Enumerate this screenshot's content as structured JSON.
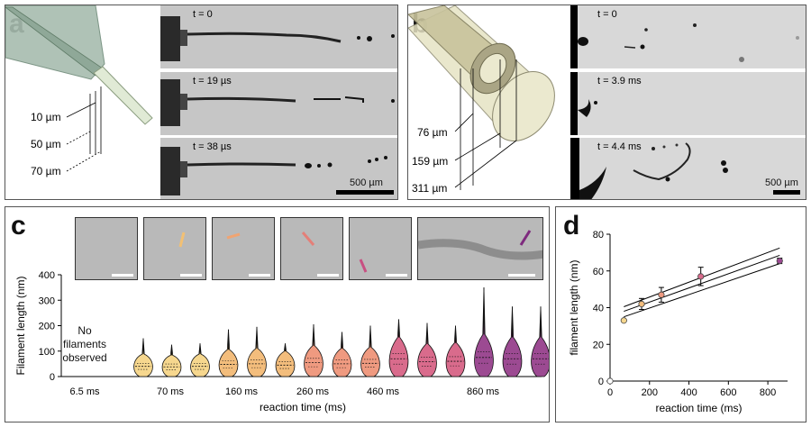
{
  "panel_a": {
    "letter": "a",
    "frame_times": [
      "t = 0",
      "t = 19 µs",
      "t = 38 µs"
    ],
    "dimensions": [
      "10 µm",
      "50 µm",
      "70 µm"
    ],
    "scale_bar": "500 µm"
  },
  "panel_b": {
    "letter": "b",
    "frame_times": [
      "t = 0",
      "t = 3.9 ms",
      "t = 4.4 ms"
    ],
    "dimensions": [
      "76 µm",
      "159 µm",
      "311 µm"
    ],
    "scale_bar": "500 µm"
  },
  "panel_c": {
    "letter": "c",
    "no_filaments_text": [
      "No",
      "filaments",
      "observed"
    ],
    "arrow_colors": [
      "#f2c074",
      "#f0a472",
      "#e47f78",
      "#c85082",
      "#7e2a7e"
    ],
    "chart_data": {
      "type": "violin",
      "ylabel": "Filament length (nm)",
      "xlabel": "reaction time (ms)",
      "ylim": [
        0,
        400
      ],
      "yticks": [
        0,
        100,
        200,
        300,
        400
      ],
      "x_tick_labels": [
        "6.5 ms",
        "70 ms",
        "160 ms",
        "260 ms",
        "460 ms",
        "860 ms"
      ],
      "violins": [
        {
          "group": "70 ms",
          "median": 40,
          "max": 150,
          "color": "#f6d78e"
        },
        {
          "group": "70 ms",
          "median": 38,
          "max": 125,
          "color": "#f6d78e"
        },
        {
          "group": "70 ms",
          "median": 40,
          "max": 130,
          "color": "#f6d78e"
        },
        {
          "group": "160 ms",
          "median": 48,
          "max": 185,
          "color": "#f3bd7c"
        },
        {
          "group": "160 ms",
          "median": 50,
          "max": 195,
          "color": "#f3bd7c"
        },
        {
          "group": "160 ms",
          "median": 45,
          "max": 130,
          "color": "#f3bd7c"
        },
        {
          "group": "260 ms",
          "median": 55,
          "max": 205,
          "color": "#ef9a80"
        },
        {
          "group": "260 ms",
          "median": 50,
          "max": 175,
          "color": "#ef9a80"
        },
        {
          "group": "260 ms",
          "median": 52,
          "max": 200,
          "color": "#ef9a80"
        },
        {
          "group": "460 ms",
          "median": 70,
          "max": 225,
          "color": "#d96b8c"
        },
        {
          "group": "460 ms",
          "median": 58,
          "max": 210,
          "color": "#d96b8c"
        },
        {
          "group": "460 ms",
          "median": 60,
          "max": 200,
          "color": "#d96b8c"
        },
        {
          "group": "860 ms",
          "median": 75,
          "max": 350,
          "color": "#9c4a92"
        },
        {
          "group": "860 ms",
          "median": 70,
          "max": 275,
          "color": "#9c4a92"
        },
        {
          "group": "860 ms",
          "median": 70,
          "max": 275,
          "color": "#9c4a92"
        }
      ]
    }
  },
  "panel_d": {
    "letter": "d",
    "chart_data": {
      "type": "scatter",
      "xlabel": "reaction time (ms)",
      "ylabel": "filament length (nm)",
      "xlim": [
        0,
        900
      ],
      "ylim": [
        0,
        80
      ],
      "xticks": [
        0,
        200,
        400,
        600,
        800
      ],
      "yticks": [
        0,
        20,
        40,
        60,
        80
      ],
      "points": [
        {
          "x": 0,
          "y": 0,
          "err": 0,
          "color": "#ffffff"
        },
        {
          "x": 70,
          "y": 33,
          "err": 0,
          "color": "#f6d78e"
        },
        {
          "x": 160,
          "y": 42,
          "err": 3,
          "color": "#f3bd7c"
        },
        {
          "x": 260,
          "y": 47,
          "err": 4,
          "color": "#ef9a80"
        },
        {
          "x": 460,
          "y": 57,
          "err": 5,
          "color": "#d96b8c"
        },
        {
          "x": 860,
          "y": 65.5,
          "err": 1.5,
          "color": "#9c4a92"
        }
      ],
      "fit_lines": [
        {
          "x0": 70,
          "y0": 40.5,
          "x1": 860,
          "y1": 72.5
        },
        {
          "x0": 70,
          "y0": 38,
          "x1": 860,
          "y1": 68.5
        },
        {
          "x0": 70,
          "y0": 35,
          "x1": 860,
          "y1": 64
        }
      ]
    }
  }
}
